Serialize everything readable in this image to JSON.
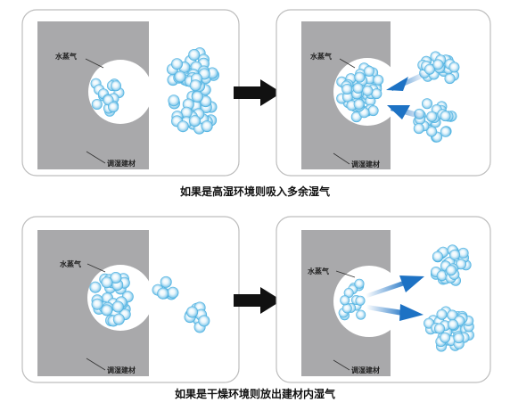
{
  "rows": [
    {
      "caption": "如果是高湿环境则吸入多余湿气",
      "left_panel": {
        "vapor_label": "水蒸气",
        "material_label": "调湿建材"
      },
      "right_panel": {
        "vapor_label": "水蒸气",
        "material_label": "调湿建材"
      },
      "flow_direction": "inward"
    },
    {
      "caption": "如果是干燥环境则放出建材内湿气",
      "left_panel": {
        "vapor_label": "水蒸气",
        "material_label": "调湿建材"
      },
      "right_panel": {
        "vapor_label": "水蒸气",
        "material_label": "调湿建材"
      },
      "flow_direction": "outward"
    }
  ],
  "colors": {
    "material": "#a9a9ab",
    "panel_border": "#bdbdbd",
    "bubble_edge": "#35a8dc",
    "arrow_big": "#111111",
    "arrow_blue": "#1d72c4"
  }
}
